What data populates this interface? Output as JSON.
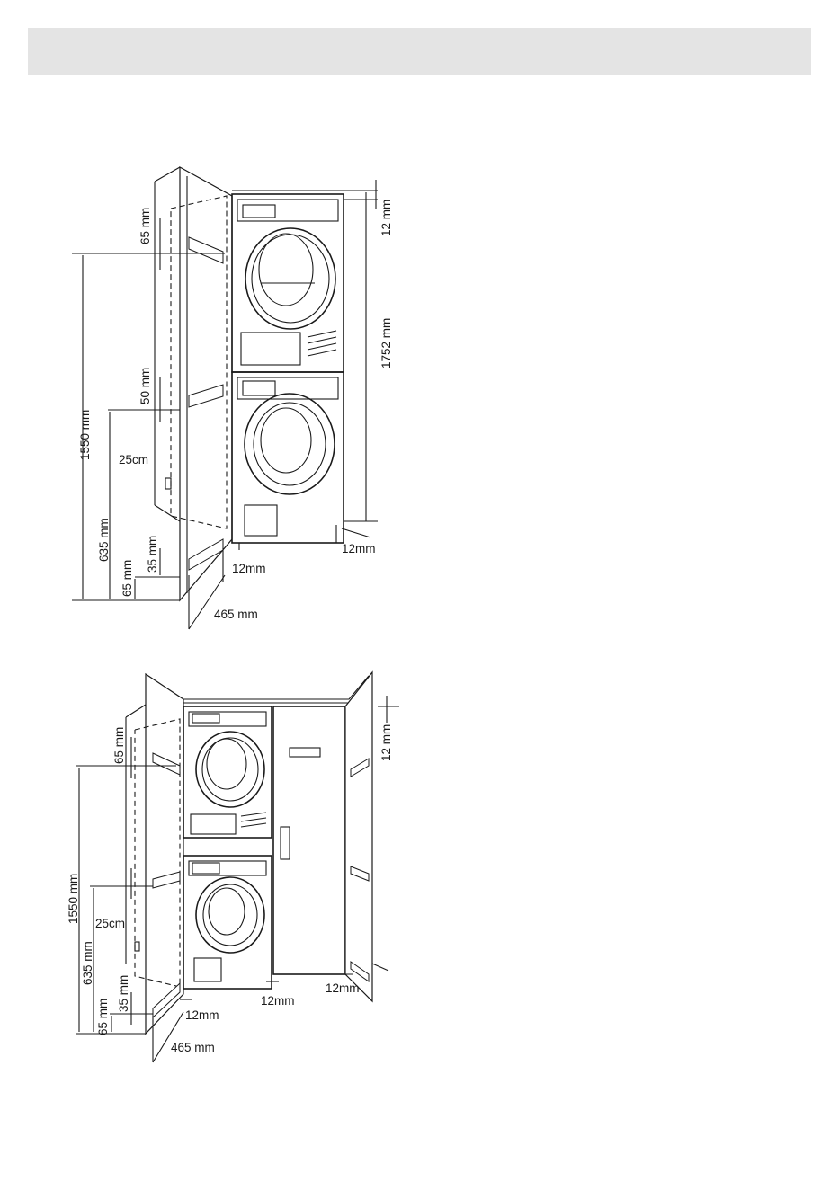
{
  "header": {
    "title": ""
  },
  "diagram_top": {
    "labels": {
      "top_gap": "12 mm",
      "appliance_height": "1752 mm",
      "bracket_top_offset": "65 mm",
      "cabinet_height": "1550 mm",
      "bracket_mid_offset": "50 mm",
      "mid_height": "635 mm",
      "socket": "25cm",
      "bottom_gap": "35 mm",
      "plinth": "65 mm",
      "side_gap": "12mm",
      "right_gap": "12mm",
      "depth": "465 mm"
    }
  },
  "diagram_bottom": {
    "labels": {
      "top_gap": "12 mm",
      "bracket_top_offset": "65 mm",
      "cabinet_height": "1550 mm",
      "mid_height": "635 mm",
      "socket": "25cm",
      "bottom_gap": "35 mm",
      "plinth": "65 mm",
      "side_gap_left": "12mm",
      "side_gap_mid": "12mm",
      "side_gap_right": "12mm",
      "depth": "465 mm"
    }
  }
}
